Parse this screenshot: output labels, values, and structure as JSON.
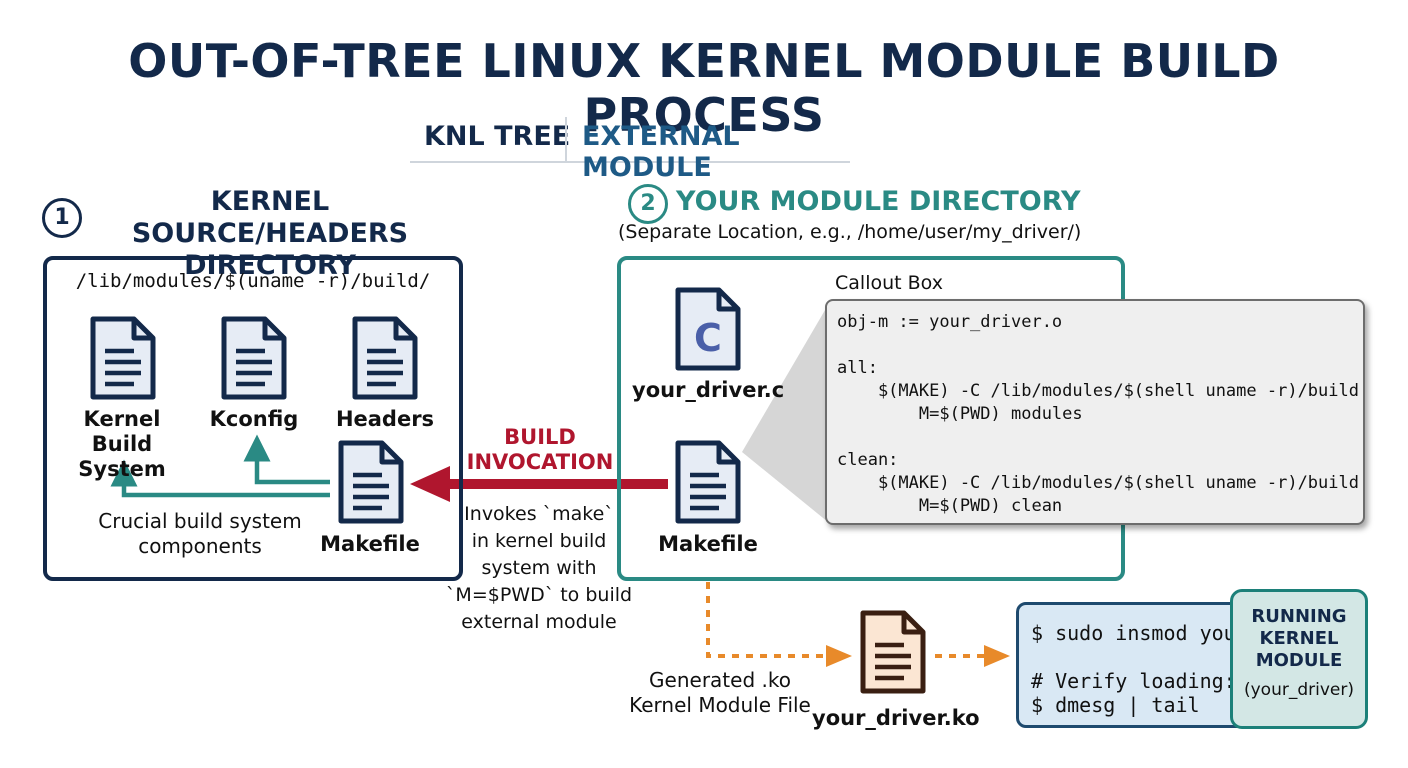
{
  "title": "OUT-OF-TREE LINUX KERNEL MODULE BUILD PROCESS",
  "tabs": [
    "KNL TREE",
    "EXTERNAL MODULE"
  ],
  "colors": {
    "navy": "#13294a",
    "teal": "#2a8a84",
    "red": "#b0162e",
    "orange": "#e88a2a",
    "file_blue": "#e6ecf5",
    "file_peach": "#fbe6d3"
  },
  "section1": {
    "number": "1",
    "title_lines": [
      "KERNEL SOURCE/HEADERS",
      "DIRECTORY"
    ],
    "path": "/lib/modules/$(uname -r)/build/",
    "files": [
      {
        "icon": "document-icon",
        "label_lines": [
          "Kernel Build",
          "System"
        ]
      },
      {
        "icon": "document-icon",
        "label_lines": [
          "Kconfig"
        ]
      },
      {
        "icon": "document-icon",
        "label_lines": [
          "Headers"
        ]
      }
    ],
    "makefile_label": "Makefile",
    "note_lines": [
      "Crucial build system",
      "components"
    ]
  },
  "section2": {
    "number": "2",
    "title": "YOUR MODULE DIRECTORY",
    "subtitle": "(Separate Location, e.g., /home/user/my_driver/)",
    "source_file_label": "your_driver.c",
    "source_file_letter": "C",
    "makefile_label": "Makefile",
    "callout_label": "Callout Box",
    "callout_code": [
      "obj-m := your_driver.o",
      "",
      "all:",
      "    $(MAKE) -C /lib/modules/$(shell uname -r)/build",
      "        M=$(PWD) modules",
      "",
      "clean:",
      "    $(MAKE) -C /lib/modules/$(shell uname -r)/build",
      "        M=$(PWD) clean"
    ]
  },
  "invocation": {
    "label_lines": [
      "BUILD",
      "INVOCATION"
    ],
    "note_lines": [
      "Invokes `make`",
      "in kernel build",
      "system with",
      "`M=$PWD` to build",
      "external module"
    ]
  },
  "output": {
    "note_lines": [
      "Generated .ko",
      "Kernel Module File"
    ],
    "ko_file_label": "your_driver.ko"
  },
  "terminal": {
    "lines": [
      "$ sudo insmod your_driver.ko",
      "",
      "# Verify loading:",
      "$ dmesg | tail"
    ]
  },
  "running": {
    "title_lines": [
      "RUNNING",
      "KERNEL",
      "MODULE"
    ],
    "subtitle": "(your_driver)"
  }
}
